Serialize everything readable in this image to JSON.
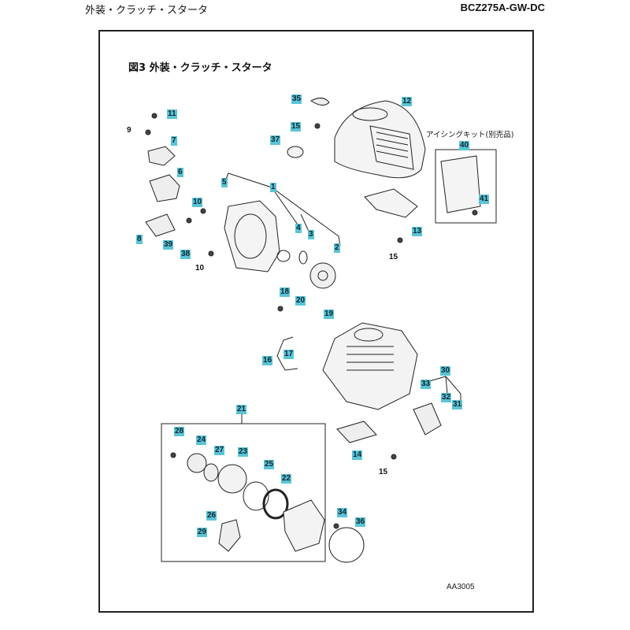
{
  "header": {
    "section_title": "外装・クラッチ・スタータ",
    "model_code": "BCZ275A-GW-DC"
  },
  "figure": {
    "title": "図3  外装・クラッチ・スタータ",
    "reference_code": "AA3005",
    "icing_kit_label": "アイシングキット(別売品)"
  },
  "parts": {
    "p1": "1",
    "p2": "2",
    "p3": "3",
    "p4": "4",
    "p5": "5",
    "p6": "6",
    "p7": "7",
    "p8": "8",
    "p9": "9",
    "p10a": "10",
    "p10b": "10",
    "p11": "11",
    "p12": "12",
    "p13": "13",
    "p14": "14",
    "p15a": "15",
    "p15b": "15",
    "p15c": "15",
    "p16": "16",
    "p17": "17",
    "p18": "18",
    "p19": "19",
    "p20": "20",
    "p21": "21",
    "p22": "22",
    "p23": "23",
    "p24": "24",
    "p25": "25",
    "p26": "26",
    "p27": "27",
    "p28": "28",
    "p29": "29",
    "p30": "30",
    "p31": "31",
    "p32": "32",
    "p33": "33",
    "p34": "34",
    "p35": "35",
    "p36": "36",
    "p37": "37",
    "p38": "38",
    "p39": "39",
    "p40": "40",
    "p41": "41"
  },
  "colors": {
    "tag_fill": "#5bc4d6",
    "line": "#222222"
  }
}
